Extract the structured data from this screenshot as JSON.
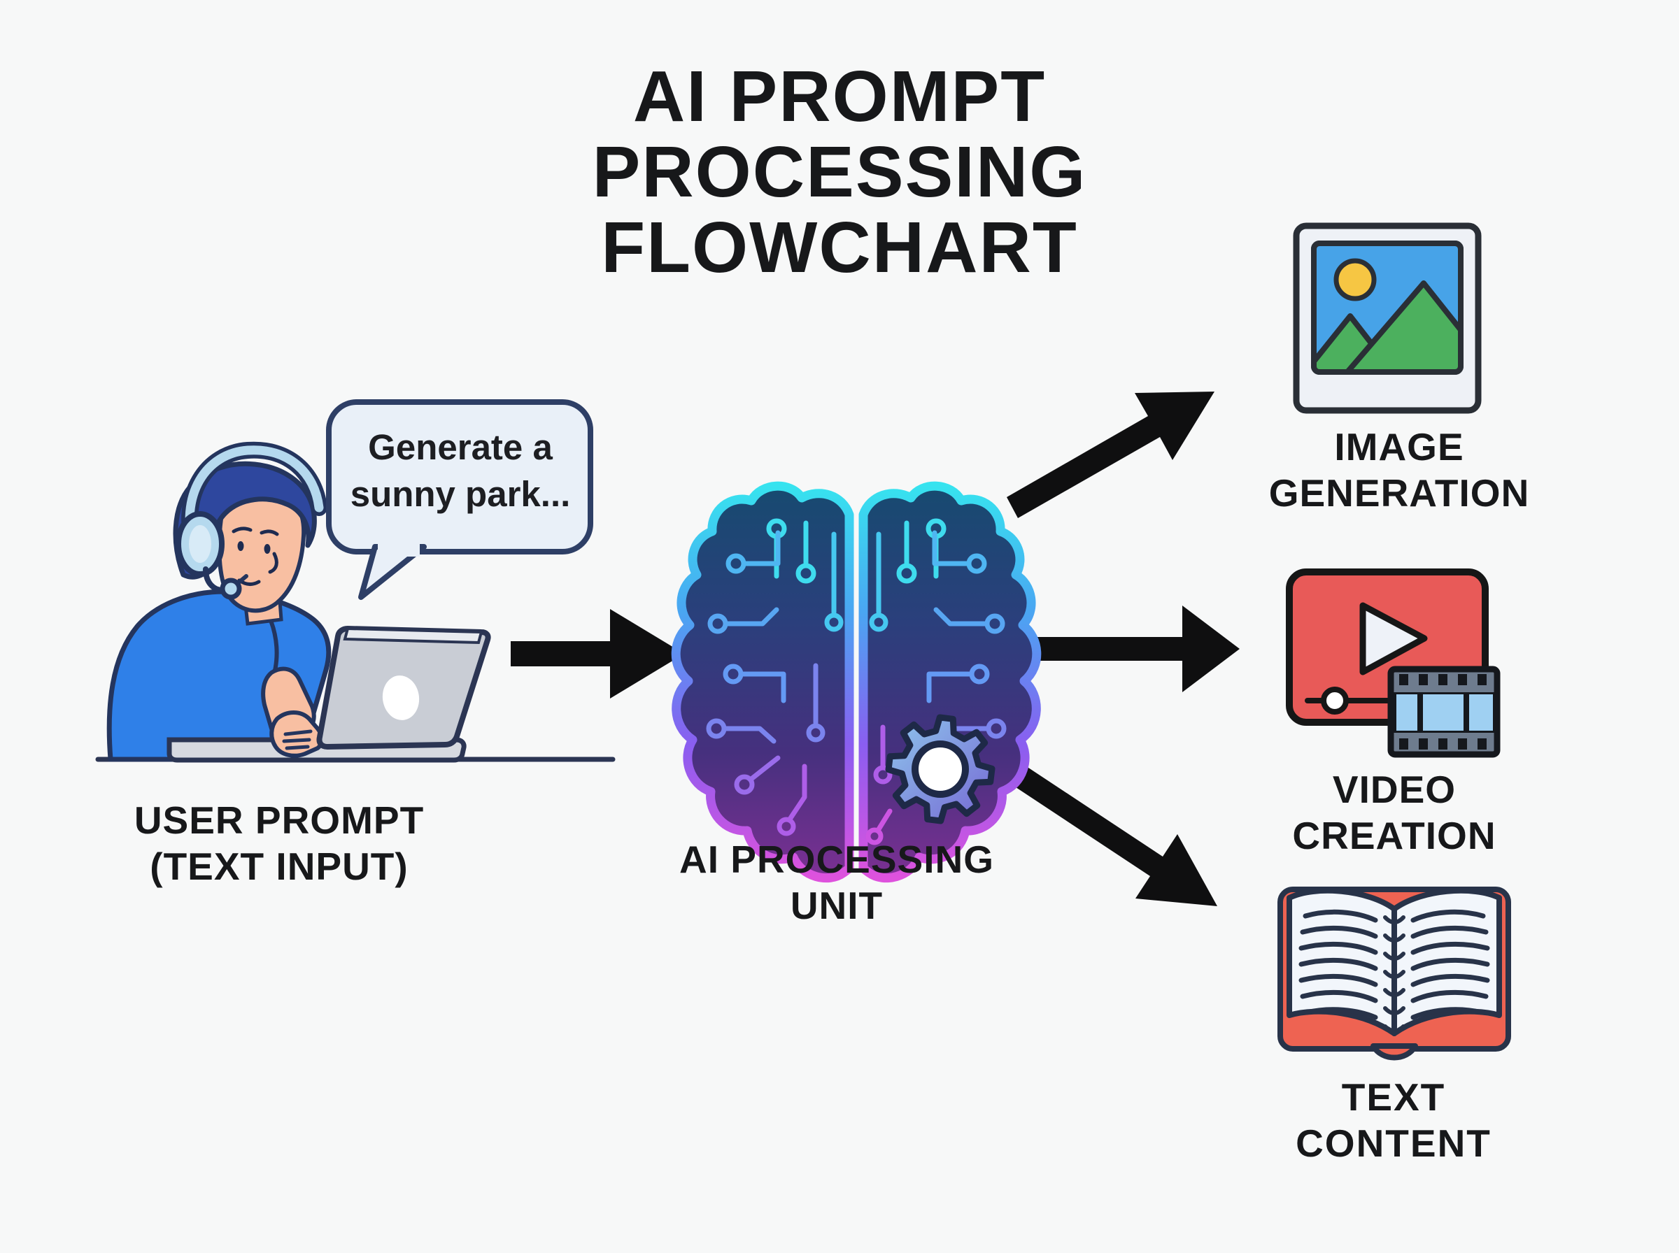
{
  "title": "AI PROMPT PROCESSING FLOWCHART",
  "flow": {
    "input": {
      "speech_bubble_text": "Generate a\nsunny park...",
      "label": "USER PROMPT\n(TEXT INPUT)"
    },
    "processor": {
      "label": "AI PROCESSING\nUNIT"
    },
    "outputs": [
      {
        "id": "image-generation",
        "label": "IMAGE\nGENERATION"
      },
      {
        "id": "video-creation",
        "label": "VIDEO CREATION"
      },
      {
        "id": "text-content",
        "label": "TEXT CONTENT"
      }
    ]
  },
  "icons": [
    {
      "name": "person-at-laptop-illustration",
      "meaning": "user typing a prompt"
    },
    {
      "name": "speech-bubble-icon",
      "meaning": "text prompt"
    },
    {
      "name": "circuit-brain-icon",
      "meaning": "AI processing unit"
    },
    {
      "name": "gear-icon",
      "meaning": "processing"
    },
    {
      "name": "framed-photo-icon",
      "meaning": "image generation output"
    },
    {
      "name": "video-player-icon",
      "meaning": "video creation output"
    },
    {
      "name": "film-strip-icon",
      "meaning": "video footage"
    },
    {
      "name": "open-book-icon",
      "meaning": "text content output"
    },
    {
      "name": "flow-arrow",
      "meaning": "data flow direction"
    }
  ],
  "colors": {
    "background": "#f7f8f8",
    "text": "#17181a",
    "arrow_black": "#0f0f10",
    "bubble_fill": "#e9f0f8",
    "bubble_border": "#2e3f66",
    "shirt_blue": "#2f80e8",
    "hair_navy": "#2e479e",
    "skin": "#f8bfa2",
    "headphone_blue": "#b5d9ee",
    "laptop_gray": "#c9cdd5",
    "brain_outline_gradient": [
      "#37e3ef",
      "#4aa6f2",
      "#8a5ef0",
      "#de52dd"
    ],
    "brain_fill_gradient": [
      "#174a70",
      "#2b3f7c",
      "#46307e",
      "#7c3093"
    ],
    "gear_fill_gradient": [
      "#8ec6ec",
      "#7668d4"
    ],
    "photo_sky_blue": "#47a3e8",
    "sun_yellow": "#f6c643",
    "mountain_green": "#4cb05e",
    "player_red": "#e85a58",
    "film_frame_blue": "#9fd0f2",
    "book_cover_red": "#ee6352"
  }
}
